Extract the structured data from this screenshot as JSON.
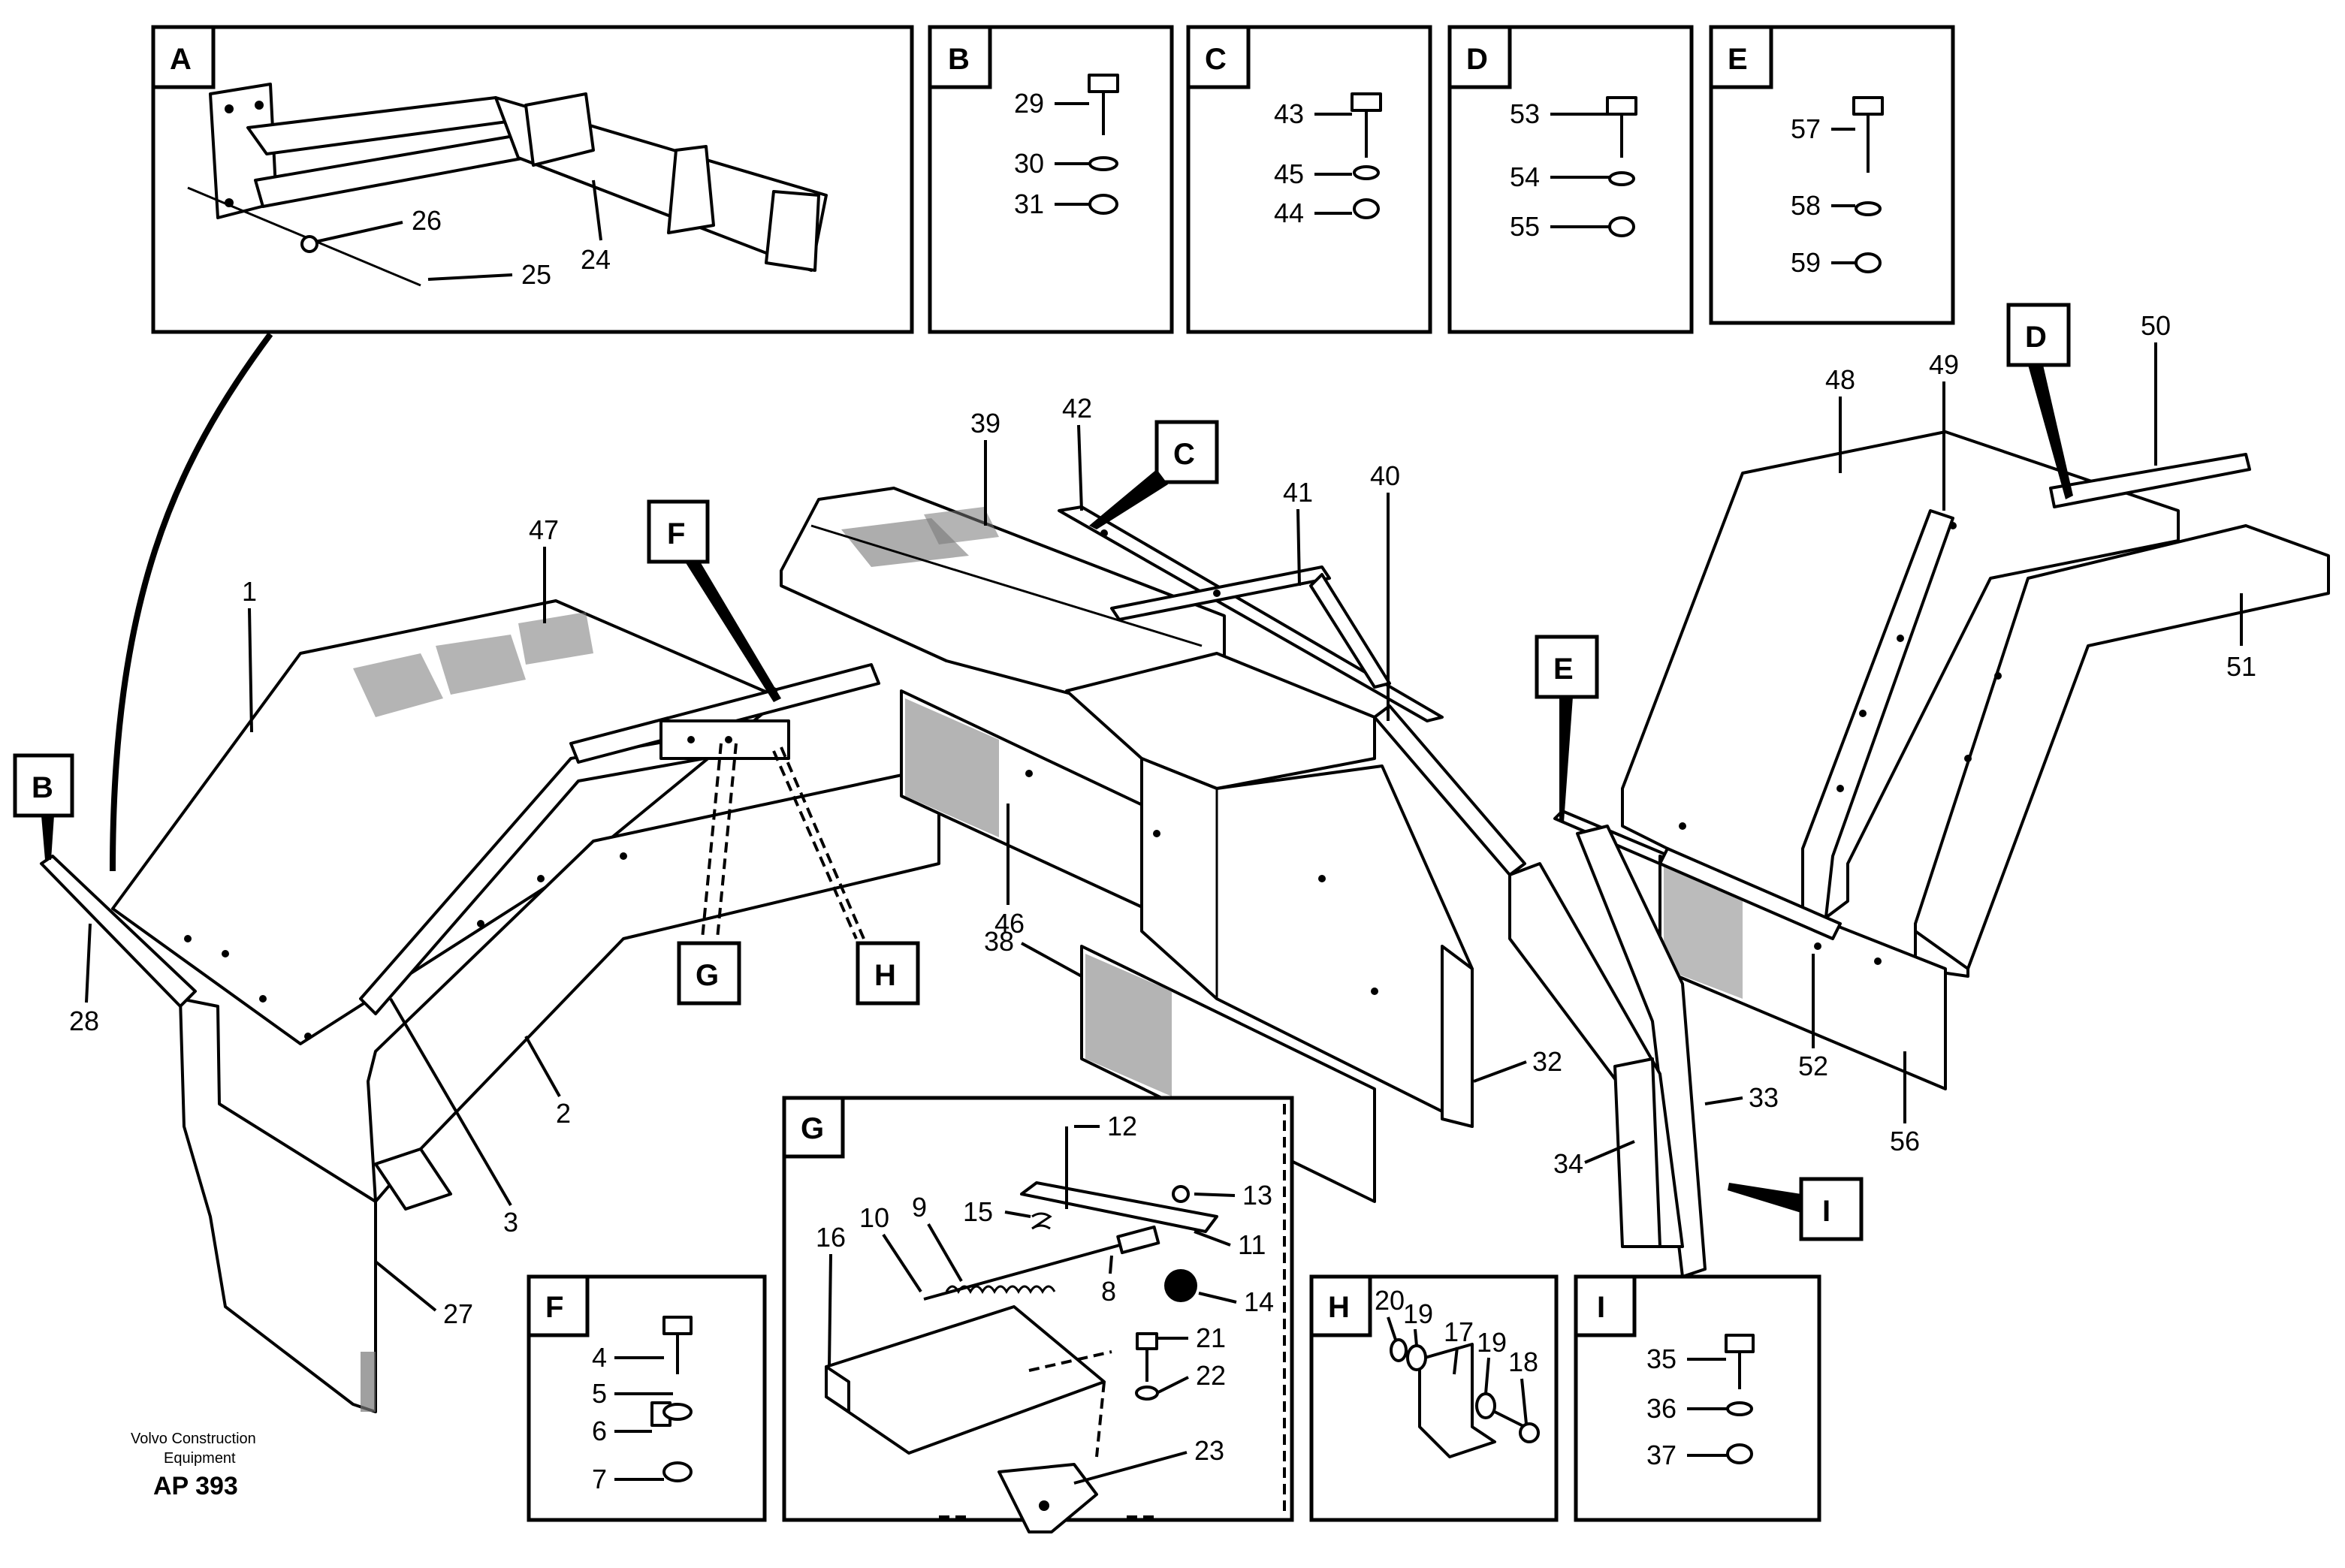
{
  "detail_boxes": [
    {
      "letter": "A",
      "parts": [
        "26",
        "25",
        "24"
      ]
    },
    {
      "letter": "B",
      "parts": [
        "29",
        "30",
        "31"
      ]
    },
    {
      "letter": "C",
      "parts": [
        "43",
        "45",
        "44"
      ]
    },
    {
      "letter": "D",
      "parts": [
        "53",
        "54",
        "55"
      ]
    },
    {
      "letter": "E",
      "parts": [
        "57",
        "58",
        "59"
      ]
    },
    {
      "letter": "F",
      "parts": [
        "4",
        "5",
        "6",
        "7"
      ]
    },
    {
      "letter": "G",
      "parts": [
        "12",
        "13",
        "15",
        "9",
        "10",
        "16",
        "11",
        "8",
        "14",
        "21",
        "22",
        "23"
      ]
    },
    {
      "letter": "H",
      "parts": [
        "20",
        "19",
        "17",
        "19",
        "18"
      ]
    },
    {
      "letter": "I",
      "parts": [
        "35",
        "36",
        "37"
      ]
    }
  ],
  "callout_tags": [
    "B",
    "F",
    "G",
    "H",
    "C",
    "D",
    "E",
    "I"
  ],
  "main_view_parts": [
    "1",
    "47",
    "28",
    "2",
    "3",
    "27",
    "39",
    "42",
    "41",
    "40",
    "46",
    "38",
    "32",
    "48",
    "49",
    "50",
    "51",
    "52",
    "56",
    "33",
    "34"
  ],
  "footer": {
    "company_line1": "Volvo Construction",
    "company_line2": "Equipment",
    "code": "AP 393"
  }
}
